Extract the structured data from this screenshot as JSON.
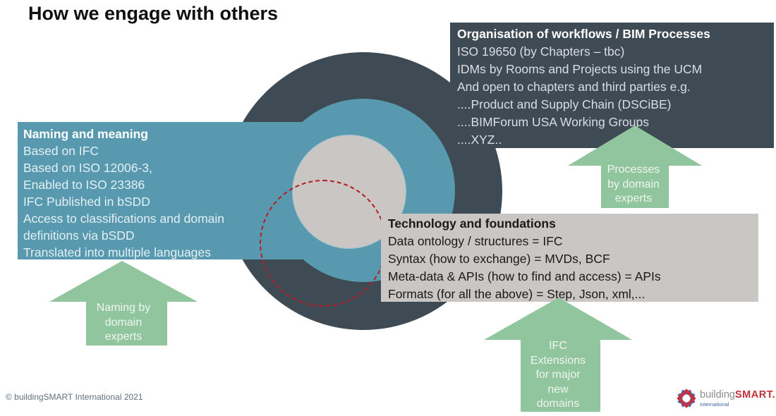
{
  "title": "How we engage with others",
  "copyright": "© buildingSMART International 2021",
  "colors": {
    "dark_slate": "#3E4A54",
    "teal": "#5899AF",
    "light_gray": "#C9C6C3",
    "green": "#90C59D",
    "red_dashed": "#B42025"
  },
  "boxes": {
    "naming": {
      "title": "Naming and meaning",
      "lines": [
        "Based on IFC",
        "Based on ISO 12006-3,",
        "Enabled to ISO 23386",
        "IFC Published in bSDD",
        "Access to classifications and domain",
        "definitions via bSDD",
        "Translated into multiple languages"
      ]
    },
    "workflows": {
      "title": "Organisation of workflows / BIM Processes",
      "lines": [
        "ISO 19650 (by Chapters – tbc)",
        "IDMs by Rooms and Projects using the UCM",
        "And open to chapters and third parties e.g.",
        "....Product and Supply Chain (DSCiBE)",
        "....BIMForum USA Working Groups",
        "....XYZ.."
      ]
    },
    "technology": {
      "title": "Technology and foundations",
      "lines": [
        "Data ontology / structures = IFC",
        "Syntax (how to exchange) = MVDs, BCF",
        "Meta-data & APIs (how to find and access) = APIs",
        "Formats (for all the above) = Step, Json, xml,..."
      ]
    }
  },
  "arrows": {
    "naming": {
      "lines": [
        "Naming by",
        "domain",
        "experts"
      ]
    },
    "processes": {
      "lines": [
        "Processes",
        "by domain",
        "experts"
      ]
    },
    "ifc": {
      "lines": [
        "IFC",
        "Extensions",
        "for major",
        "new",
        "domains"
      ]
    }
  },
  "logo": {
    "building": "building",
    "smart": "SMART.",
    "sub": "International"
  }
}
